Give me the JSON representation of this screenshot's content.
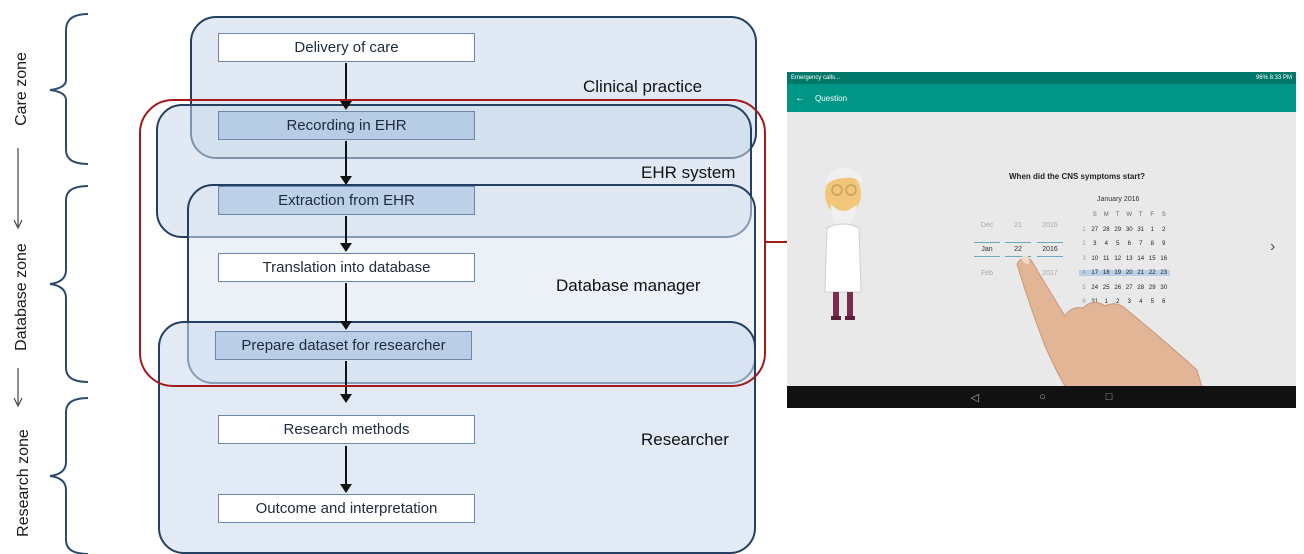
{
  "zones": {
    "care": "Care zone",
    "database": "Database zone",
    "research": "Research zone"
  },
  "regions": {
    "clinical": "Clinical practice",
    "ehr": "EHR system",
    "database_manager": "Database manager",
    "researcher": "Researcher"
  },
  "steps": [
    "Delivery  of care",
    "Recording in EHR",
    "Extraction from EHR",
    "Translation into database",
    "Prepare  dataset for researcher",
    "Research  methods",
    "Outcome  and interpretation"
  ],
  "tablet": {
    "status_left": "Emergency calls...",
    "status_right": "96% 8:33 PM",
    "app_title": "Question",
    "question": "When did the CNS symptoms start?",
    "calendar_title": "January 2016",
    "picker": {
      "months": [
        "Dec",
        "Jan",
        "Feb"
      ],
      "days": [
        "21",
        "22"
      ],
      "years": [
        "2015",
        "2016",
        "2017"
      ]
    },
    "weekdays": [
      "S",
      "M",
      "T",
      "W",
      "T",
      "F",
      "S"
    ],
    "weeks": [
      [
        "27",
        "28",
        "29",
        "30",
        "31",
        "1",
        "2"
      ],
      [
        "3",
        "4",
        "5",
        "6",
        "7",
        "8",
        "9"
      ],
      [
        "10",
        "11",
        "12",
        "13",
        "14",
        "15",
        "16"
      ],
      [
        "17",
        "18",
        "19",
        "20",
        "21",
        "22",
        "23"
      ],
      [
        "24",
        "25",
        "26",
        "27",
        "28",
        "29",
        "30"
      ],
      [
        "31",
        "1",
        "2",
        "3",
        "4",
        "5",
        "6"
      ]
    ],
    "week_numbers": [
      "1",
      "2",
      "3",
      "4",
      "5",
      "6"
    ]
  },
  "colors": {
    "region_fill": "#dce6f2",
    "region_border": "#243f60",
    "highlight_border": "#a11b1b",
    "teal": "#009686"
  }
}
